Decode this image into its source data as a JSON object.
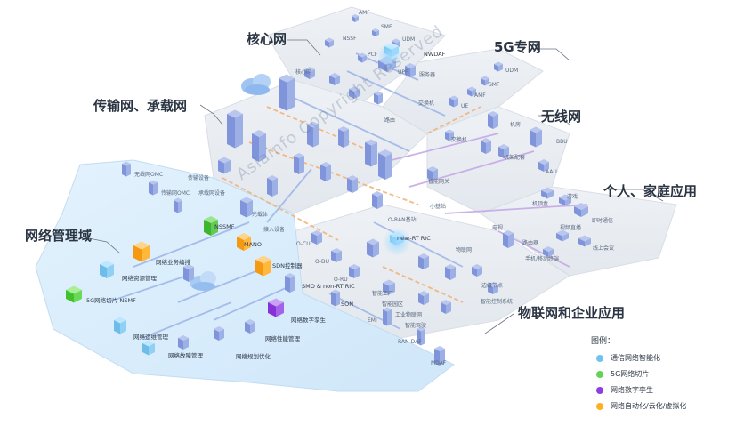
{
  "regions": [
    {
      "label": "核心网"
    },
    {
      "label": "5G专网"
    },
    {
      "label": "传输网、承载网"
    },
    {
      "label": "无线网"
    },
    {
      "label": "个人、家庭应用"
    },
    {
      "label": "网络管理域"
    },
    {
      "label": "物联网和企业应用"
    }
  ],
  "node_labels": {
    "amf": "AMF",
    "smf": "SMF",
    "nssf": "NSSF",
    "udm": "UDM",
    "pcf": "PCF",
    "nwdaf": "NWDAF",
    "upf": "UPF",
    "server": "服务器",
    "core_net": "核心网",
    "udm2": "UDM",
    "smf2": "SMF",
    "amf2": "AMF",
    "switch1": "交换机",
    "router1": "路由",
    "ue": "UE",
    "room": "机房",
    "bbu": "BBU",
    "switch2": "交换机",
    "rack": "机架配套",
    "aau": "AAU",
    "nms_omc": "无线网OMC",
    "trans_omc": "传输网OMC",
    "trans_dev": "传输设备",
    "bearer_dev": "承载网设备",
    "gateway": "智能网关",
    "fiber": "光载体",
    "access": "接入设备",
    "ran_site": "O-RAN基站",
    "small_cell": "小基站",
    "stb": "机顶盒",
    "tv": "电视",
    "router2": "路由器",
    "phone": "手机/移动终端",
    "game": "游戏",
    "rtc": "即时通信",
    "video": "视频直播",
    "online": "线上会议",
    "nssmf": "NSSMF",
    "mano": "MANO",
    "net_orch": "网络业务编排",
    "net_res": "网络资源管理",
    "sdn": "SDN控制器",
    "nsmf": "5G网络切片-NSMF",
    "smo": "SMO & non-RT RIC",
    "son": "SON",
    "twin": "网络数字孪生",
    "ops": "网络运维管理",
    "perf": "网络性能管理",
    "fault": "网络故障管理",
    "plan": "网络规划优化",
    "ocu": "O-CU",
    "odu": "O-DU",
    "oru": "O-RU",
    "nrt_ric": "near-RT RIC",
    "iot": "物联网",
    "factory": "智能工厂",
    "campus": "智能园区",
    "industrial": "工业物联网",
    "drive": "智能驾驶",
    "emi": "EMI",
    "ran_daf": "RAN-DAF",
    "mdaf": "MDAF",
    "ctrl": "智能控制系统",
    "edge": "边缘节点"
  },
  "legend": {
    "title": "图例：",
    "items": [
      {
        "label": "通信网络智能化",
        "color": "#6fc3f0"
      },
      {
        "label": "5G网络切片",
        "color": "#64d455"
      },
      {
        "label": "网络数字孪生",
        "color": "#8b3fe0"
      },
      {
        "label": "网络自动化/云化/虚拟化",
        "color": "#ffb020"
      }
    ]
  },
  "watermark": "Asiainfo Copyright Reserved",
  "colors": {
    "platform": "#e9edf2",
    "platform_edge": "#cfd6df",
    "mgmt_domain": "#d8ecfb",
    "server_top": "#b9c7ee",
    "server_left": "#7f94da",
    "server_right": "#9db0e6",
    "link_orange": "#f3b37a",
    "link_blue": "#9fb8e8",
    "link_purple": "#c6a9e6"
  }
}
